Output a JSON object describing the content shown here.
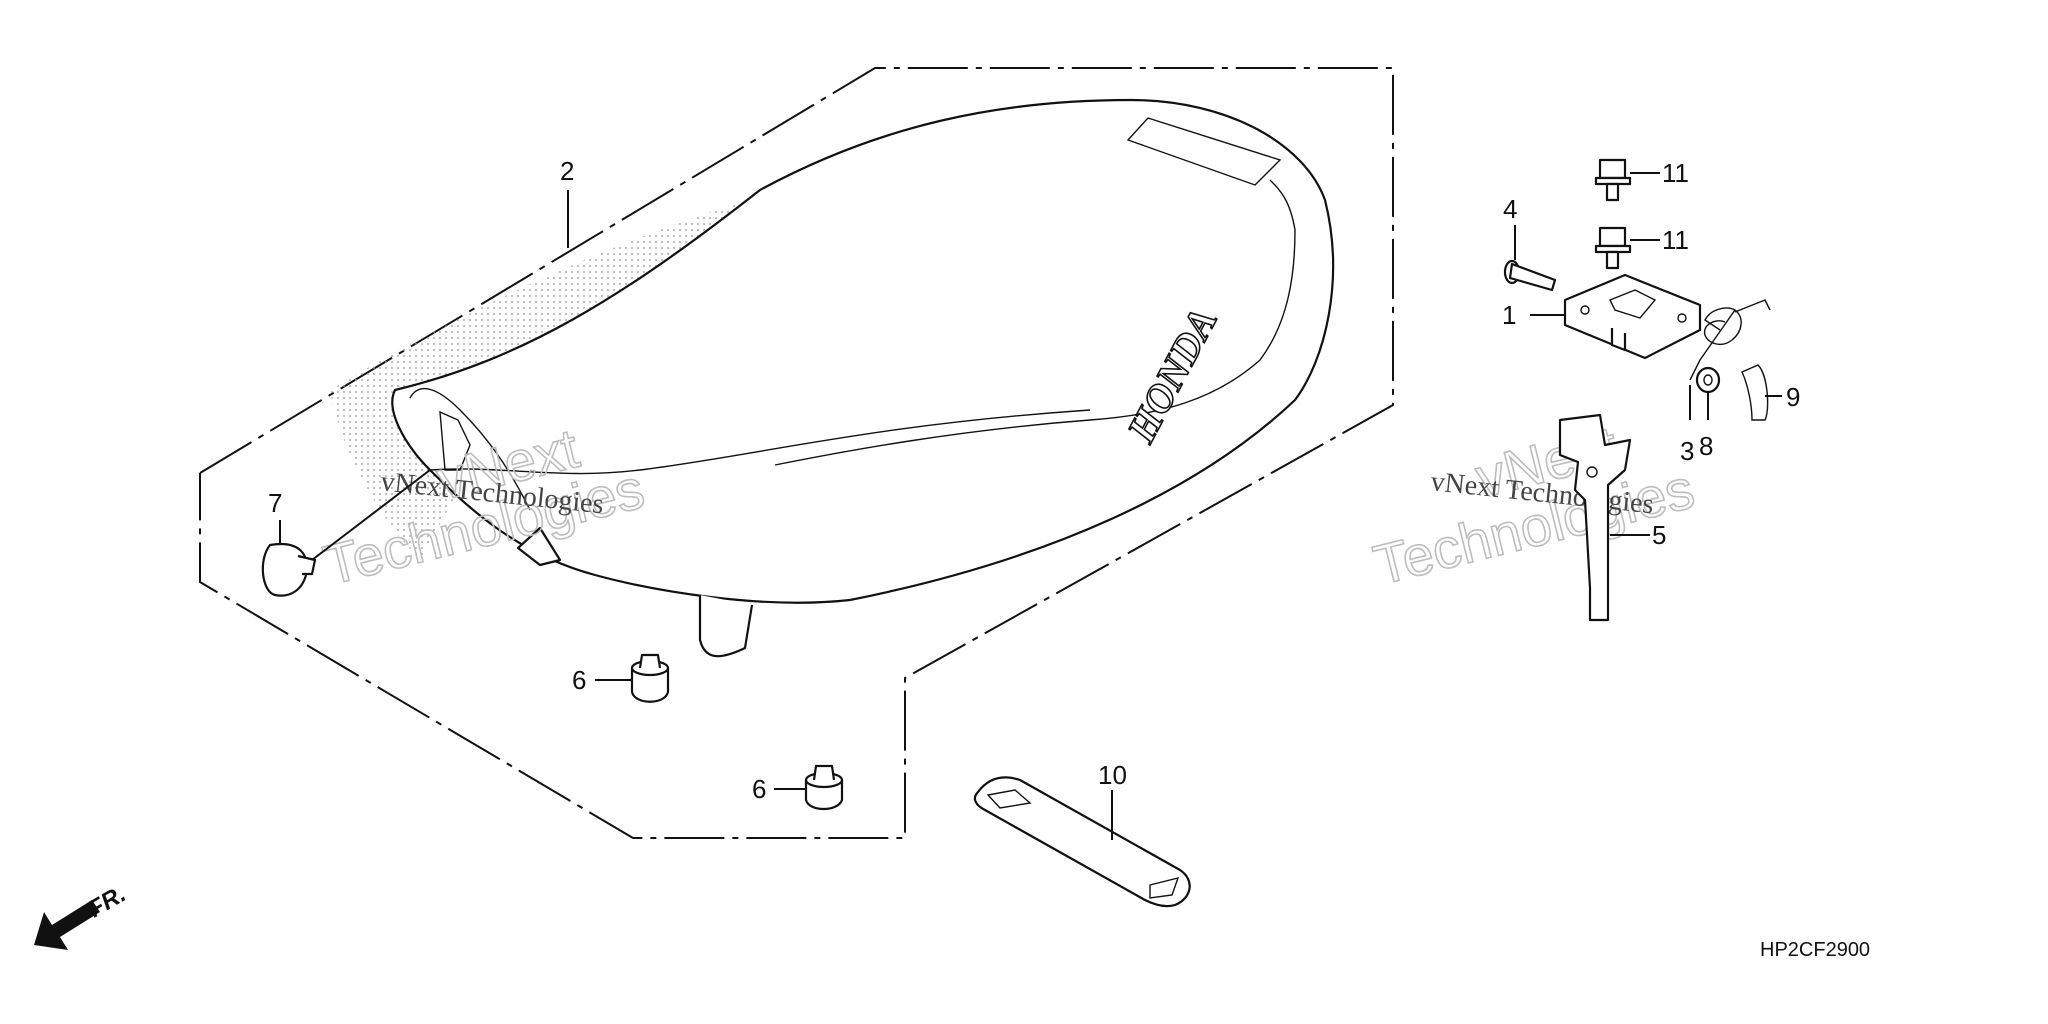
{
  "diagram": {
    "callouts": [
      "1",
      "2",
      "3",
      "4",
      "5",
      "6",
      "6",
      "7",
      "8",
      "9",
      "10",
      "11",
      "11"
    ],
    "brand_text": "HONDA",
    "direction_label": "FR.",
    "diagram_code": "HP2CF2900"
  },
  "watermarks": {
    "small_text": "vNext Technologies",
    "outline_line1": "vNext",
    "outline_line2": "Technologies"
  }
}
